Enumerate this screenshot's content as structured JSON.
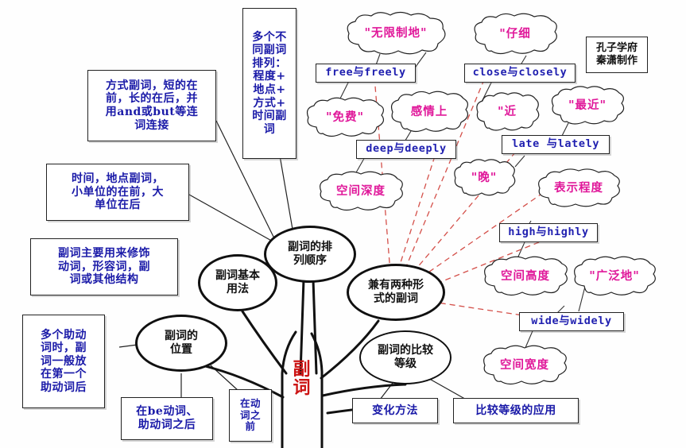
{
  "meta": {
    "title": "副词 思维导图",
    "background": "#fefefe",
    "colors": {
      "box_text": "#1a1aa8",
      "word_text": "#2020b0",
      "cloud_text": "#e0189a",
      "trunk_text": "#cc1414",
      "line": "#222222",
      "dashed_line": "#d4504a"
    }
  },
  "credit": {
    "line1": "孔子学府",
    "line2": "秦潇制作"
  },
  "trunk": {
    "label": "副\n词"
  },
  "branches": [
    {
      "id": "basic-usage",
      "label": "副词基本\n用法"
    },
    {
      "id": "order",
      "label": "副词的排\n列顺序"
    },
    {
      "id": "position",
      "label": "副词的\n位置"
    },
    {
      "id": "two-forms",
      "label": "兼有两种形\n式的副词"
    },
    {
      "id": "comparison",
      "label": "副词的比较\n等级"
    }
  ],
  "notes": [
    {
      "id": "manner-adverb-order",
      "text": "方式副词，短的在\n前，长的在后，并\n用and或but等连\n词连接"
    },
    {
      "id": "time-place-order",
      "text": "时间，地点副词，\n小单位的在前，大\n单位在后"
    },
    {
      "id": "adverb-modifies",
      "text": "副词主要用来修饰\n动词，形容词，副\n词或其他结构"
    },
    {
      "id": "multiple-auxiliary",
      "text": "多个助动\n词时，副\n词一般放\n在第一个\n助动词后"
    },
    {
      "id": "multi-adverb-order",
      "text": "多个不\n同副词\n排列：\n程度+\n地点+\n方式+\n时间副\n词"
    },
    {
      "id": "after-be-aux",
      "text": "在be动词、\n助动词之后"
    },
    {
      "id": "before-verb",
      "text": "在动\n词之\n前"
    },
    {
      "id": "change-method",
      "text": "变化方法"
    },
    {
      "id": "comparison-usage",
      "text": "比较等级的应用"
    }
  ],
  "word_pairs": [
    {
      "id": "free-freely",
      "text": "free与freely"
    },
    {
      "id": "close-closely",
      "text": "close与closely"
    },
    {
      "id": "deep-deeply",
      "text": "deep与deeply"
    },
    {
      "id": "late-lately",
      "text": "late 与lately"
    },
    {
      "id": "high-highly",
      "text": "high与highly"
    },
    {
      "id": "wide-widely",
      "text": "wide与widely"
    }
  ],
  "clouds": [
    {
      "id": "unrestricted",
      "text": "\"无限制地\""
    },
    {
      "id": "careful",
      "text": "\"仔细"
    },
    {
      "id": "free-of-charge",
      "text": "\"免费\""
    },
    {
      "id": "emotionally",
      "text": "感情上"
    },
    {
      "id": "near",
      "text": "\"近"
    },
    {
      "id": "recently",
      "text": "\"最近\""
    },
    {
      "id": "spatial-depth",
      "text": "空间深度"
    },
    {
      "id": "late-time",
      "text": "\"晚\""
    },
    {
      "id": "degree",
      "text": "表示程度"
    },
    {
      "id": "spatial-height",
      "text": "空间高度"
    },
    {
      "id": "widely",
      "text": "\"广泛地\""
    },
    {
      "id": "spatial-width",
      "text": "空间宽度"
    }
  ]
}
